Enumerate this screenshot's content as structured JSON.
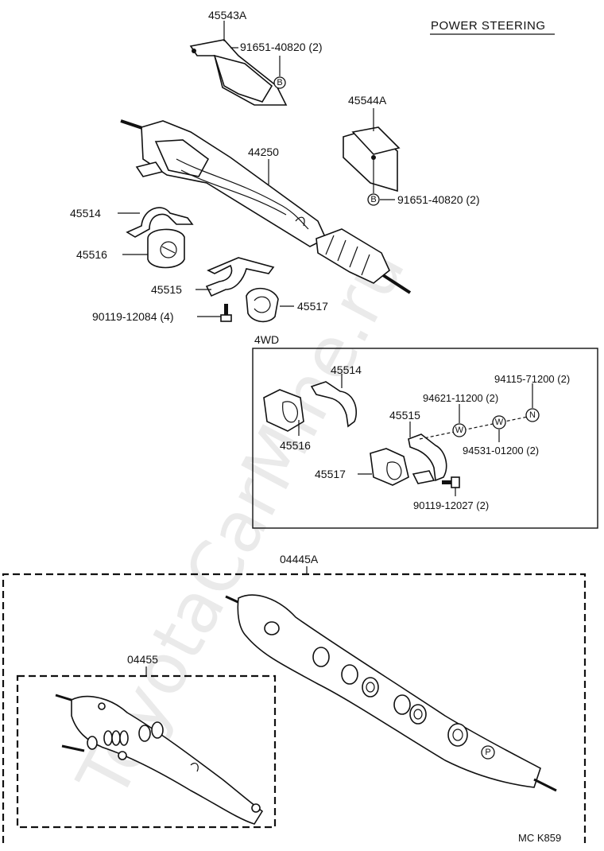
{
  "title": "POWER STEERING",
  "watermark": "ToyotaCarMine.ru",
  "code": "MC K859",
  "group_4wd": "4WD",
  "labels": {
    "p45543A": "45543A",
    "bolt_top": "91651-40820 (2)",
    "p44250": "44250",
    "p45544A": "45544A",
    "bolt_right": "91651-40820 (2)",
    "p45514": "45514",
    "p45516": "45516",
    "p45515": "45515",
    "p45517": "45517",
    "bolt_left": "90119-12084 (4)",
    "w45514": "45514",
    "w45516": "45516",
    "w45515": "45515",
    "w45517": "45517",
    "w94115": "94115-71200 (2)",
    "w94621": "94621-11200 (2)",
    "w94531": "94531-01200 (2)",
    "w90119": "90119-12027 (2)",
    "kit_big": "04445A",
    "kit_small": "04455"
  },
  "symbols": {
    "B": "B",
    "W": "W",
    "N": "N",
    "P": "P"
  }
}
